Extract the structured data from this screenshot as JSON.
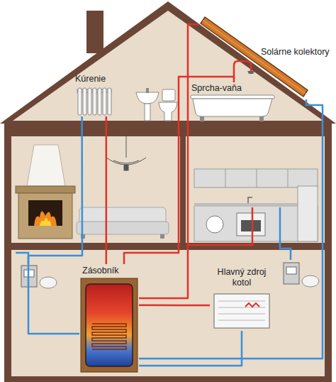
{
  "diagram": {
    "nodes": [
      {
        "text": [
          "Solárne kolektory"
        ]
      },
      {
        "text": [
          "Kúrenie"
        ]
      },
      {
        "text": [
          "Sprcha-vaňa"
        ]
      },
      {
        "text": [
          "Zásobník"
        ]
      },
      {
        "text": [
          "Hlavný zdroj kotol"
        ]
      }
    ],
    "edges": [
      {
        "from": 0,
        "to": 3,
        "arrow": "none"
      },
      {
        "from": 0,
        "to": 3,
        "arrow": "none"
      },
      {
        "from": 4,
        "to": 3,
        "arrow": "none"
      },
      {
        "from": 4,
        "to": 3,
        "arrow": "none"
      },
      {
        "from": 3,
        "to": 1,
        "arrow": "none"
      },
      {
        "from": 1,
        "to": 3,
        "arrow": "none"
      },
      {
        "from": 3,
        "to": 2,
        "arrow": "none"
      }
    ]
  }
}
